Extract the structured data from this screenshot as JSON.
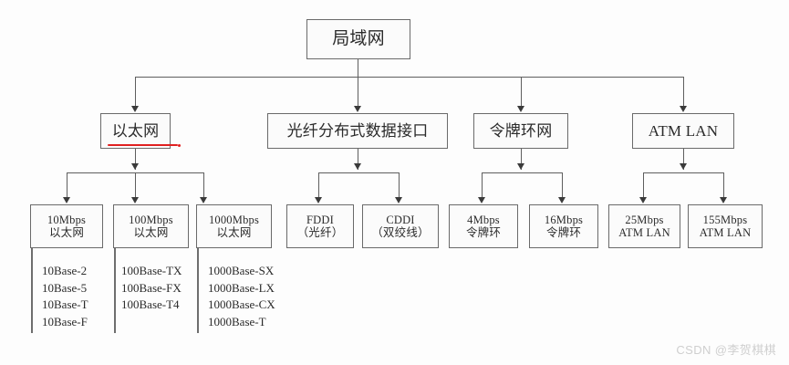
{
  "diagram": {
    "title_node": {
      "label": "局域网"
    },
    "level2": [
      {
        "name": "ethernet",
        "label": "以太网",
        "underlined": true
      },
      {
        "name": "fddi",
        "label": "光纤分布式数据接口",
        "underlined": false
      },
      {
        "name": "token-ring",
        "label": "令牌环网",
        "underlined": false
      },
      {
        "name": "atm-lan",
        "label": "ATM LAN",
        "underlined": false
      }
    ],
    "level3": [
      {
        "name": "ethernet-10mbps",
        "line1": "10Mbps",
        "line2": "以太网"
      },
      {
        "name": "ethernet-100mbps",
        "line1": "100Mbps",
        "line2": "以太网"
      },
      {
        "name": "ethernet-1000mbps",
        "line1": "1000Mbps",
        "line2": "以太网"
      },
      {
        "name": "fddi-fiber",
        "line1": "FDDI",
        "line2": "（光纤）"
      },
      {
        "name": "cddi-twisted-pair",
        "line1": "CDDI",
        "line2": "（双绞线）"
      },
      {
        "name": "token-ring-4mbps",
        "line1": "4Mbps",
        "line2": "令牌环"
      },
      {
        "name": "token-ring-16mbps",
        "line1": "16Mbps",
        "line2": "令牌环"
      },
      {
        "name": "atm-lan-25mbps",
        "line1": "25Mbps",
        "line2": "ATM LAN"
      },
      {
        "name": "atm-lan-155mbps",
        "line1": "155Mbps",
        "line2": "ATM LAN"
      }
    ],
    "leaf_lists": [
      {
        "name": "standards-10base",
        "items": [
          "10Base-2",
          "10Base-5",
          "10Base-T",
          "10Base-F"
        ]
      },
      {
        "name": "standards-100base",
        "items": [
          "100Base-TX",
          "100Base-FX",
          "100Base-T4"
        ]
      },
      {
        "name": "standards-1000base",
        "items": [
          "1000Base-SX",
          "1000Base-LX",
          "1000Base-CX",
          "1000Base-T"
        ]
      }
    ],
    "colors": {
      "box_border": "#6a6a6a",
      "connector": "#5e6e6e",
      "annotation_red": "#e02020",
      "watermark": "#cfcfcf"
    }
  },
  "watermark": {
    "text": "CSDN @李贺棋棋"
  }
}
